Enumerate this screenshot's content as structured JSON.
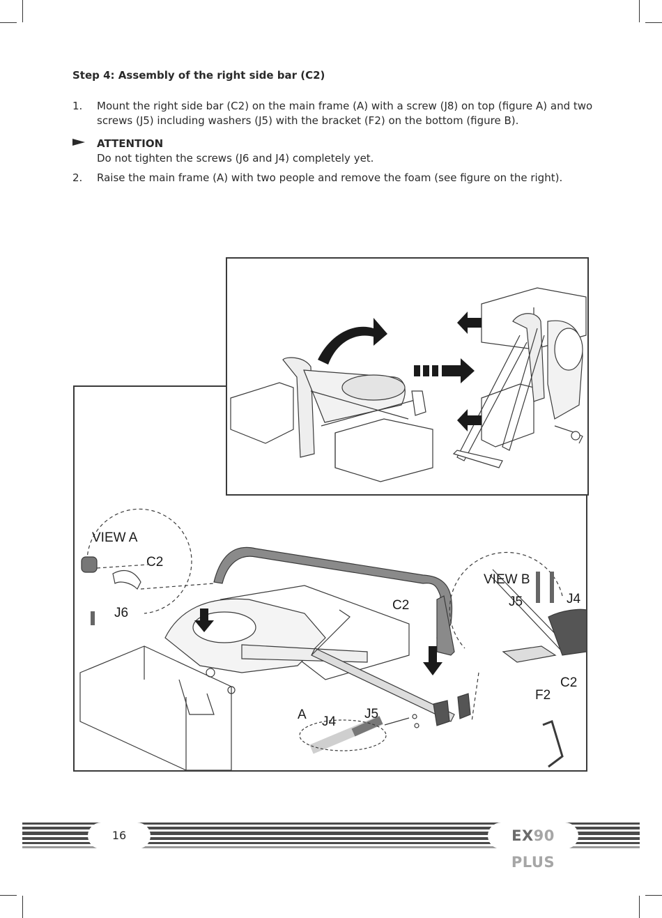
{
  "step": {
    "prefix": "Step 4:",
    "title": "Assembly of the right side bar (C2)"
  },
  "instructions": [
    {
      "number": "1.",
      "text": "Mount the right side bar (C2) on the main frame (A) with a screw (J8) on top (figure A) and two screws (J5) including washers (J5) with the bracket (F2) on the bottom (figure B)."
    },
    {
      "heading": "ATTENTION",
      "text": "Do not tighten the screws (J6 and J4) completely yet."
    },
    {
      "number": "2.",
      "text": "Raise the main frame (A) with two people and remove the foam (see figure on the right)."
    }
  ],
  "figure_labels": {
    "view_a": "VIEW A",
    "view_b": "VIEW B",
    "c2_view_a": "C2",
    "j6": "J6",
    "c2_main": "C2",
    "a": "A",
    "j4_main": "J4",
    "j5_main": "J5",
    "j5_view_b": "J5",
    "j4_view_b": "J4",
    "f2": "F2",
    "c2_view_b": "C2"
  },
  "footer": {
    "page_number": "16",
    "brand_part1": "EX",
    "brand_part2": "90 PLUS"
  },
  "colors": {
    "text": "#2a2a2a",
    "line": "#3a3a3a",
    "bar_fill": "#8a8a8a",
    "stripe": "#4a4a4a",
    "brand_dark": "#6a6a6a",
    "brand_light": "#a6a6a6"
  }
}
